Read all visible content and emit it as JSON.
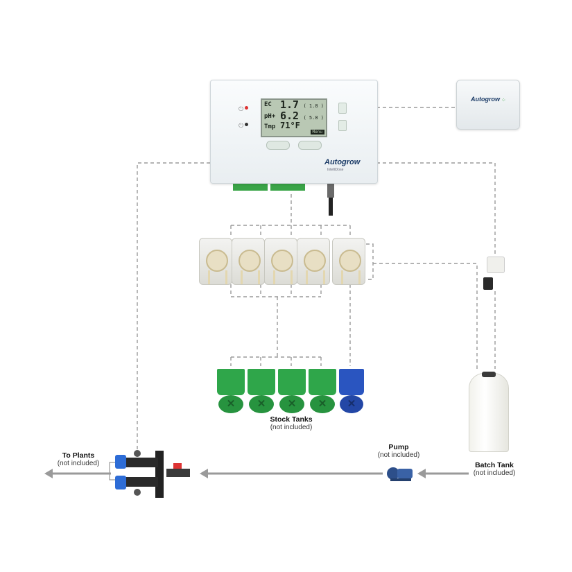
{
  "controller": {
    "brand": "Autogrow",
    "sub_brand": "IntelliDose",
    "readings": [
      {
        "label": "EC",
        "value": "1.7",
        "setpoint": "( 1.8 )"
      },
      {
        "label": "pH+",
        "value": "6.2",
        "setpoint": "( 5.8 )"
      },
      {
        "label": "Tmp",
        "value": "71°F",
        "setpoint": ""
      }
    ],
    "menu_label": "Menu"
  },
  "sensor_hub": {
    "brand": "Autogrow"
  },
  "labels": {
    "stock_tanks": {
      "title": "Stock Tanks",
      "note": "(not included)"
    },
    "pump": {
      "title": "Pump",
      "note": "(not included)"
    },
    "batch_tank": {
      "title": "Batch Tank",
      "note": "(not included)"
    },
    "to_plants": {
      "title": "To Plants",
      "note": "(not included)"
    }
  },
  "stock_tank_colors": [
    "#2fa64a",
    "#2fa64a",
    "#2fa64a",
    "#2fa64a",
    "#2a55c0"
  ],
  "icons": [
    "dosing-pump-icon",
    "bucket-icon",
    "tank-icon",
    "pump-icon",
    "valve-icon",
    "sensor-icon"
  ]
}
